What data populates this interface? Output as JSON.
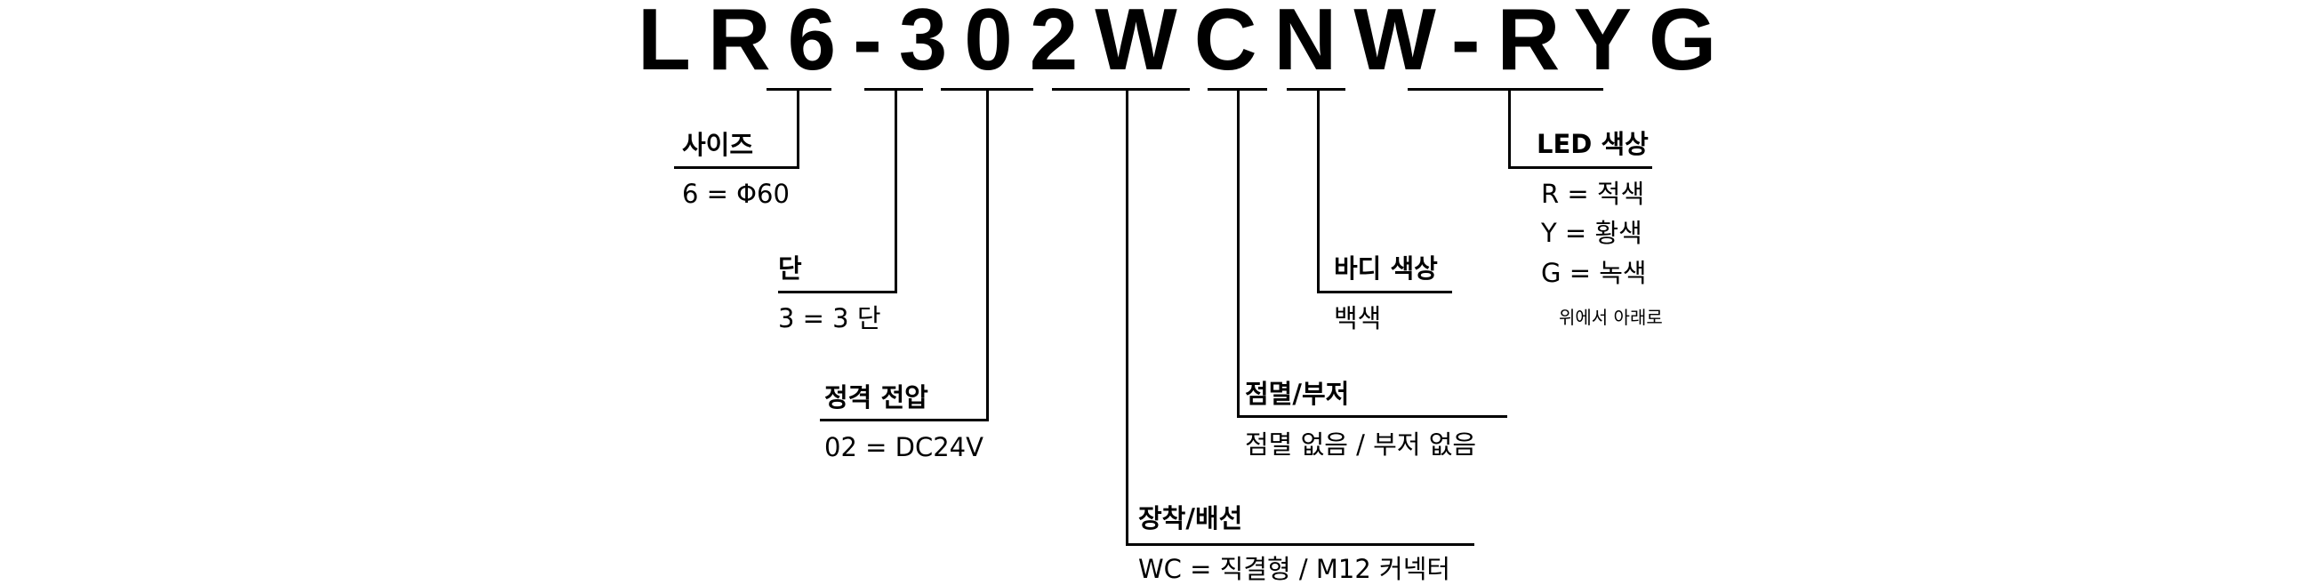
{
  "model_code": "LR6-302WCNW-RYG",
  "fields": {
    "size": {
      "heading": "사이즈",
      "value": "6 = Φ60"
    },
    "tier": {
      "heading": "단",
      "value": "3 = 3 단"
    },
    "voltage": {
      "heading": "정격 전압",
      "value": "02 = DC24V"
    },
    "mounting": {
      "heading": "장착/배선",
      "value": "WC = 직결형 / M12 커넥터"
    },
    "flash_buzzer": {
      "heading": "점멸/부저",
      "value": "점멸 없음 / 부저 없음"
    },
    "body_color": {
      "heading": "바디 색상",
      "value": "백색"
    },
    "led_color": {
      "heading": "LED 색상",
      "values": [
        "R = 적색",
        "Y = 황색",
        "G = 녹색"
      ],
      "note": "위에서 아래로"
    }
  }
}
